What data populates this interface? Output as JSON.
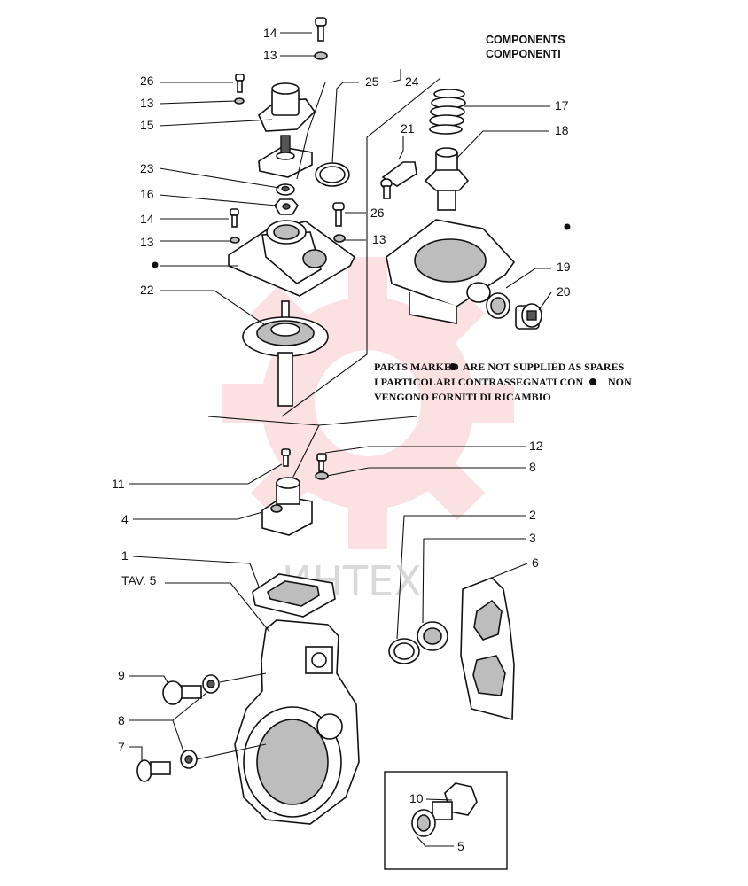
{
  "header": {
    "line1": "COMPONENTS",
    "line2": "COMPONENTI"
  },
  "note": {
    "line1_a": "PARTS MARKED",
    "line1_b": "ARE NOT SUPPLIED AS SPARES",
    "line2_a": "I PARTICOLARI CONTRASSEGNATI CON",
    "line2_b": "NON",
    "line3": "VENGONO FORNITI DI RICAMBIO"
  },
  "watermark": {
    "text": "ИНТЕХ",
    "color": "#e84c4c"
  },
  "callouts": {
    "c14a": "14",
    "c13a": "13",
    "c26a": "26",
    "c13b": "13",
    "c15": "15",
    "c25": "25",
    "c24": "24",
    "c23": "23",
    "c16": "16",
    "c14b": "14",
    "c26b": "26",
    "c13c": "13",
    "c13d": "13",
    "c22": "22",
    "c21": "21",
    "c17": "17",
    "c18": "18",
    "c19": "19",
    "c20": "20",
    "c12": "12",
    "c8a": "8",
    "c11": "11",
    "c4": "4",
    "c2": "2",
    "c3": "3",
    "c6": "6",
    "c1": "1",
    "tav": "TAV. 5",
    "c9": "9",
    "c8b": "8",
    "c7": "7",
    "c10": "10",
    "c5": "5"
  }
}
